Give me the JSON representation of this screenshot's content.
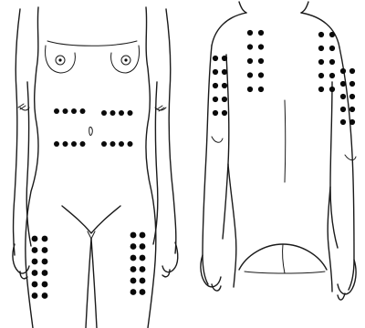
{
  "figure": {
    "views": [
      "front",
      "back"
    ],
    "marker_color": "#0a0a0a",
    "line_color": "#1a1a1a",
    "background": "#ffffff",
    "regions": [
      {
        "view": "front",
        "site": "abdomen",
        "rows": 2,
        "marks_per_row": 4,
        "sides": 2
      },
      {
        "view": "front",
        "site": "anterior-thigh",
        "rows": 6,
        "marks_per_row": 2,
        "sides": 2
      },
      {
        "view": "back",
        "site": "upper-back",
        "rows": 5,
        "marks_per_row": 2,
        "sides": 2
      },
      {
        "view": "back",
        "site": "posterior-upper-arm",
        "rows": 5,
        "marks_per_row": 2,
        "sides": 2
      },
      {
        "view": "back",
        "site": "buttock",
        "rows": 0,
        "marks_per_row": 0,
        "sides": 2
      }
    ]
  }
}
